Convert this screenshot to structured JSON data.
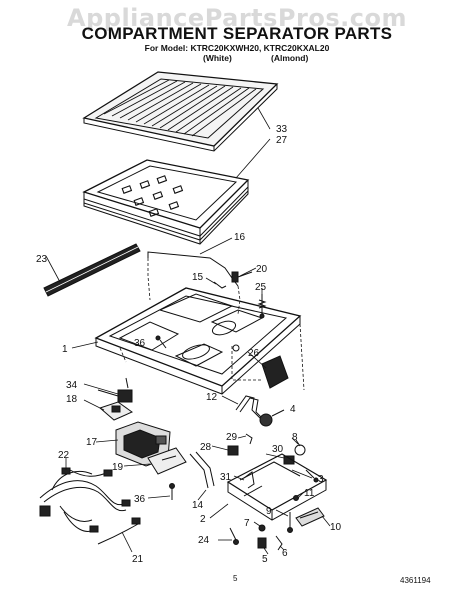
{
  "watermark": "AppliancePartsPros.com",
  "title": "COMPARTMENT SEPARATOR PARTS",
  "model_line": "For Model: KTRC20KXWH20, KTRC20KXAL20",
  "color_white": "(White)",
  "color_almond": "(Almond)",
  "page_number": "5",
  "document_number": "4361194",
  "callouts": {
    "c33": "33",
    "c27": "27",
    "c16": "16",
    "c23": "23",
    "c15": "15",
    "c20": "20",
    "c25": "25",
    "c1": "1",
    "c36a": "36",
    "c26": "26",
    "c34": "34",
    "c18": "18",
    "c12": "12",
    "c4": "4",
    "c17": "17",
    "c29": "29",
    "c8": "8",
    "c28": "28",
    "c30": "30",
    "c22": "22",
    "c19": "19",
    "c3": "3",
    "c31": "31",
    "c11": "11",
    "c36b": "36",
    "c14": "14",
    "c9": "9",
    "c2": "2",
    "c10": "10",
    "c24": "24",
    "c7": "7",
    "c5": "5",
    "c6": "6",
    "c21": "21"
  }
}
